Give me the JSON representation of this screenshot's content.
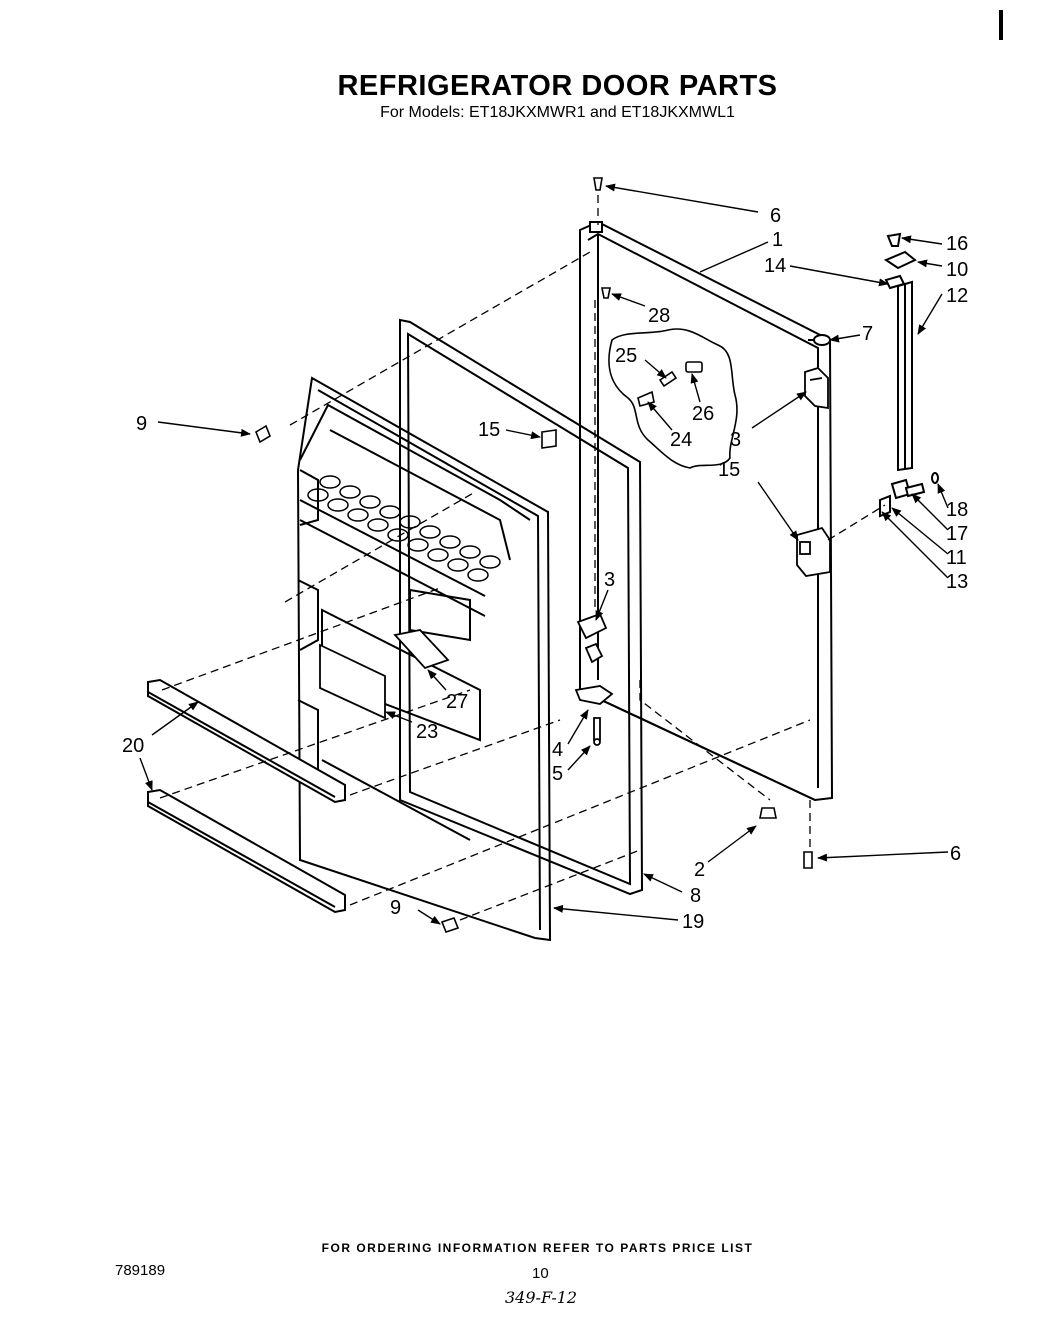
{
  "title": "REFRIGERATOR DOOR PARTS",
  "subtitle": "For Models: ET18JKXMWR1 and ET18JKXMWL1",
  "part_labels": {
    "p6_top": "6",
    "p1": "1",
    "p14": "14",
    "p16": "16",
    "p10": "10",
    "p12": "12",
    "p28": "28",
    "p7": "7",
    "p25": "25",
    "p26": "26",
    "p24": "24",
    "p3_top": "3",
    "p9_top": "9",
    "p15_left": "15",
    "p15_right": "15",
    "p18": "18",
    "p17": "17",
    "p11": "11",
    "p13": "13",
    "p3_mid": "3",
    "p27": "27",
    "p23": "23",
    "p20": "20",
    "p4": "4",
    "p5": "5",
    "p2": "2",
    "p6_bottom": "6",
    "p8": "8",
    "p9_bottom": "9",
    "p19": "19"
  },
  "footer_note": "FOR ORDERING INFORMATION REFER TO PARTS PRICE LIST",
  "document_code": "789189",
  "page_number": "10",
  "handwritten_note": "349-F-12"
}
